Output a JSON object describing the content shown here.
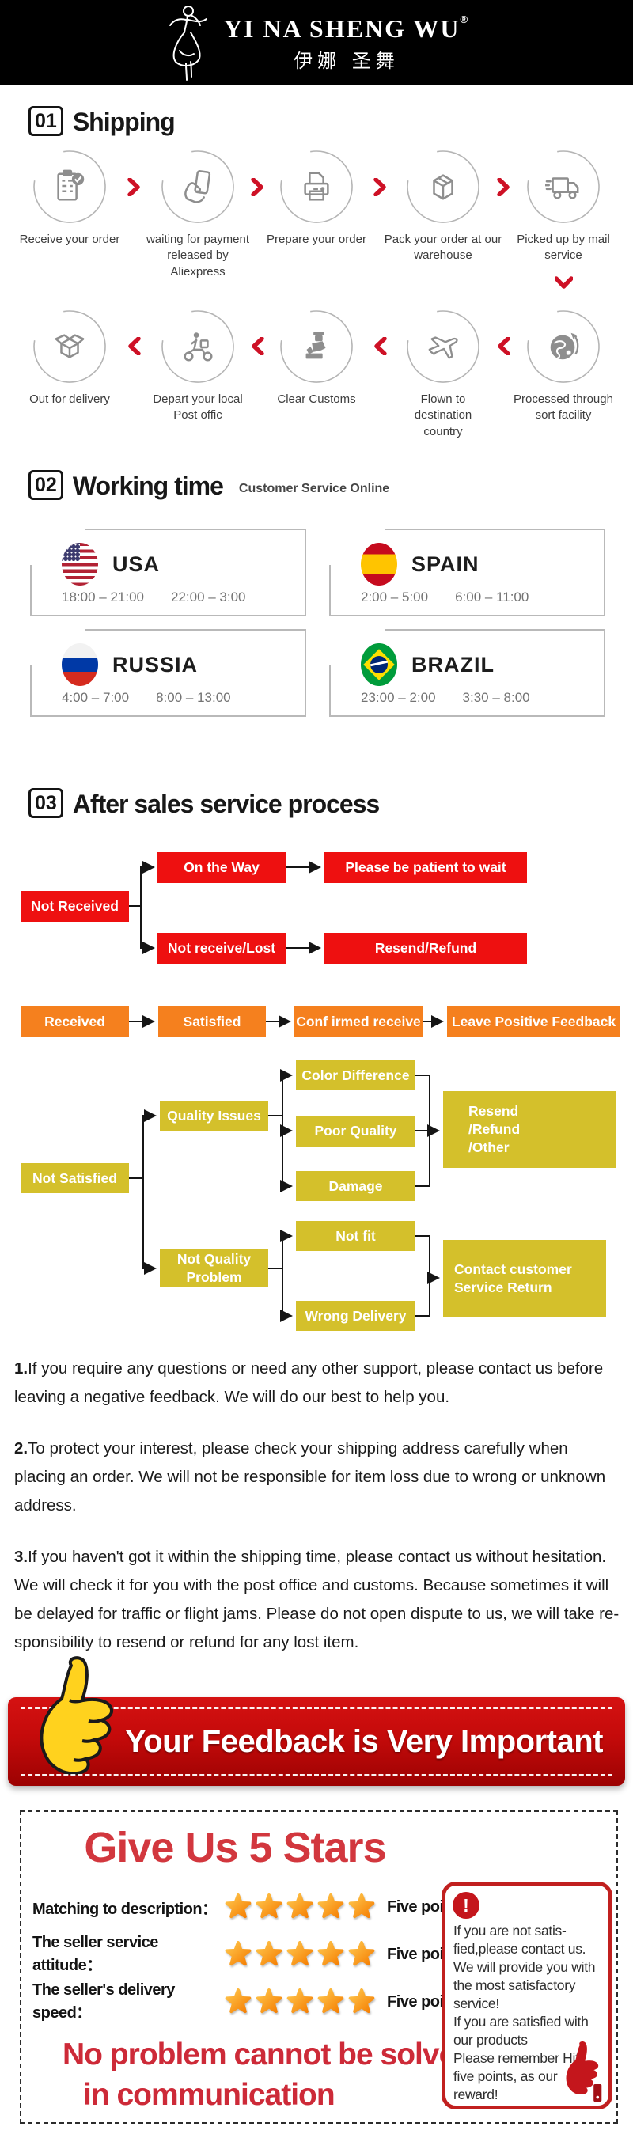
{
  "header": {
    "brand": "YI NA SHENG WU",
    "registered": "®",
    "brand_cn": "伊娜 圣舞"
  },
  "shipping": {
    "num": "01",
    "title": "Shipping",
    "steps_row1": [
      {
        "label": "Receive your order",
        "icon": "order-checklist-icon"
      },
      {
        "label": "waiting for payment released by Aliexpress",
        "icon": "payment-card-icon"
      },
      {
        "label": "Prepare your order",
        "icon": "printer-icon"
      },
      {
        "label": "Pack your order at our warehouse",
        "icon": "package-box-icon"
      },
      {
        "label": "Picked up by mail service",
        "icon": "delivery-truck-icon"
      }
    ],
    "steps_row2": [
      {
        "label": "Out for delivery",
        "icon": "open-box-icon"
      },
      {
        "label": "Depart your local Post offic",
        "icon": "delivery-scooter-icon"
      },
      {
        "label": "Clear Customs",
        "icon": "customs-officer-icon"
      },
      {
        "label": "Flown to destination country",
        "icon": "airplane-icon"
      },
      {
        "label": "Processed through sort facility",
        "icon": "globe-icon"
      }
    ]
  },
  "working_time": {
    "num": "02",
    "title": "Working time",
    "subtitle": "Customer Service Online",
    "cards": [
      {
        "country": "USA",
        "time1": "18:00 – 21:00",
        "time2": "22:00 – 3:00"
      },
      {
        "country": "SPAIN",
        "time1": "2:00 – 5:00",
        "time2": "6:00 – 11:00"
      },
      {
        "country": "RUSSIA",
        "time1": "4:00 – 7:00",
        "time2": "8:00 – 13:00"
      },
      {
        "country": "BRAZIL",
        "time1": "23:00 – 2:00",
        "time2": "3:30 – 8:00"
      }
    ]
  },
  "after_sales": {
    "num": "03",
    "title": "After sales service process",
    "nodes": {
      "not_received": "Not Received",
      "on_the_way": "On the Way",
      "be_patient": "Please be patient to wait",
      "not_receive_lost": "Not receive/Lost",
      "resend_refund": "Resend/Refund",
      "received": "Received",
      "satisfied": "Satisfied",
      "confirmed_receive": "Conf irmed receive",
      "leave_feedback": "Leave Positive Feedback",
      "not_satisfied": "Not Satisfied",
      "quality_issues": "Quality Issues",
      "color_difference": "Color Difference",
      "poor_quality": "Poor Quality",
      "damage": "Damage",
      "resend_refund_other": "Resend\n/Refund\n/Other",
      "not_quality_problem": "Not Quality\nProblem",
      "not_fit": "Not fit",
      "wrong_delivery": "Wrong Delivery",
      "contact_customer": "Contact customer\nService Return"
    }
  },
  "notes": [
    {
      "num": "1.",
      "text": "If you require any questions or need any other support, please contact us before leaving a negative feedback. We will do our best to help you."
    },
    {
      "num": "2.",
      "text": "To protect your interest, please check your shipping address carefully when placing an order. We will not be responsible for item loss due to wrong or unknown address."
    },
    {
      "num": "3.",
      "text": "If you haven't got it within the shipping time, please contact us without hesitation. We will check it for you with the post office and customs. Because sometimes it will be delayed for traffic or flight jams. Please do not open dispute to us, we will take re-sponsibility to resend or refund for any lost item."
    }
  ],
  "feedback_banner": {
    "text": "Your Feedback is Very Important"
  },
  "five_stars": {
    "title": "Give Us 5 Stars",
    "rows": [
      {
        "label": "Matching to description：",
        "rating": 5,
        "suffix": "Five points"
      },
      {
        "label": "The seller service attitude：",
        "rating": 5,
        "suffix": "Five points"
      },
      {
        "label": "The seller's delivery speed：",
        "rating": 5,
        "suffix": "Five points"
      }
    ],
    "slogan_line1": "No problem cannot be solved",
    "slogan_line2": "in communication",
    "notice": "If you are not satis-\nfied,please contact us.\nWe will provide you with\nthe most satisfactory\nservice!\nIf you are satisfied with\nour products\nPlease remember Hit\nfive points, as our\nreward!",
    "notice_icon": "exclamation-icon"
  },
  "colors": {
    "flow_red": "#ee1010",
    "flow_orange": "#f5801e",
    "flow_yellow": "#d4c02b",
    "chevron_red": "#ce1126",
    "banner_red": "#c40a0a",
    "accent_red": "#d2373e",
    "star_orange": "#f57c00"
  }
}
